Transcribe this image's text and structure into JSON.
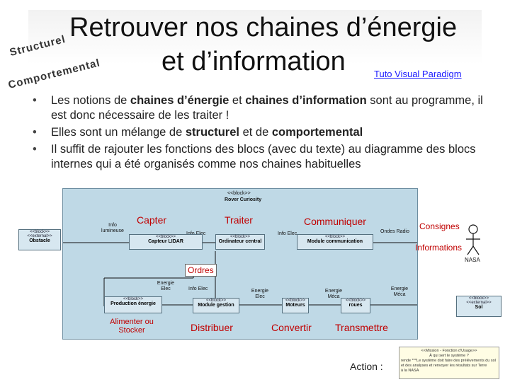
{
  "slide": {
    "title_line1": "Retrouver nos chaines d’énergie",
    "title_line2": "et d’information",
    "curved_word1": "Structurel",
    "curved_word2": "Comportemental",
    "link": "Tuto Visual Paradigm",
    "bullets": [
      {
        "pre": "Les notions de ",
        "b1": "chaines d’énergie",
        "mid": " et ",
        "b2": "chaines d’information",
        "post": " sont au programme, il est donc nécessaire de les traiter !"
      },
      {
        "pre": "Elles sont un mélange de ",
        "b1": "structurel",
        "mid": " et de ",
        "b2": "comportemental",
        "post": ""
      },
      {
        "pre": "Il suffit de rajouter les fonctions des blocs (avec du texte) au diagramme des blocs internes qui a été organisés comme nos chaines habituelles",
        "b1": "",
        "mid": "",
        "b2": "",
        "post": ""
      }
    ]
  },
  "diagram": {
    "outer": {
      "stereo": "<<block>>",
      "name": "Rover Curiosity"
    },
    "blocks": {
      "obstacle": {
        "stereo": "<<block>>",
        "kind": "<<external>>",
        "name": "Obstacle"
      },
      "capteur": {
        "stereo": "<<block>>",
        "name": "Capteur LIDAR"
      },
      "ordinateur": {
        "stereo": "<<block>>",
        "name": "Ordinateur central"
      },
      "communication": {
        "stereo": "<<block>>",
        "name": "Module communication"
      },
      "production": {
        "stereo": "<<block>>",
        "name": "Production énergie"
      },
      "gestion": {
        "stereo": "<<block>>",
        "name": "Module gestion"
      },
      "moteurs": {
        "stereo": "<<block>>",
        "name": "Moteurs"
      },
      "roues": {
        "stereo": "<<block>>",
        "name": "roues"
      },
      "sol": {
        "stereo": "<<block>>",
        "kind": "<<external>>",
        "name": "Sol"
      }
    },
    "flows": {
      "info_lumineuse": "Info lumineuse",
      "info_elec1": "Info Elec",
      "info_elec2": "Info Elec",
      "ondes_radio": "Ondes Radio",
      "energie_elec1": "Energie Elec",
      "info_elec3": "Info Elec",
      "energie_elec2": "Energie Elec",
      "energie_meca1": "Energie Méca",
      "energie_meca2": "Energie Méca"
    },
    "actor": "NASA",
    "functions": {
      "capter": "Capter",
      "traiter": "Traiter",
      "communiquer": "Communiquer",
      "alimenter": "Alimenter ou Stocker",
      "distribuer": "Distribuer",
      "convertir": "Convertir",
      "transmettre": "Transmettre",
      "consignes": "Consignes",
      "informations": "Informations",
      "ordres": "Ordres",
      "action": "Action :"
    },
    "note": {
      "line1": "<<Mission - Fonction d'Usage>>",
      "line2": "À qui sert le système ?",
      "line3": "rende ***Le système doit faire des prélèvements du sol",
      "line4": "et des analyses et renvoyer les résultats sur Terre",
      "line5": "à la NASA"
    }
  }
}
